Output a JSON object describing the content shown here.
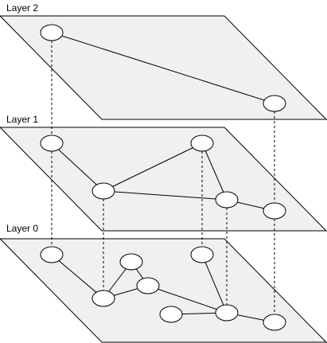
{
  "layers": [
    {
      "id": "layer2",
      "label": "Layer 2"
    },
    {
      "id": "layer1",
      "label": "Layer 1"
    },
    {
      "id": "layer0",
      "label": "Layer 0"
    }
  ],
  "colors": {
    "plane_fill": "#f0f0f0",
    "stroke": "#000000",
    "node_fill": "#ffffff"
  }
}
